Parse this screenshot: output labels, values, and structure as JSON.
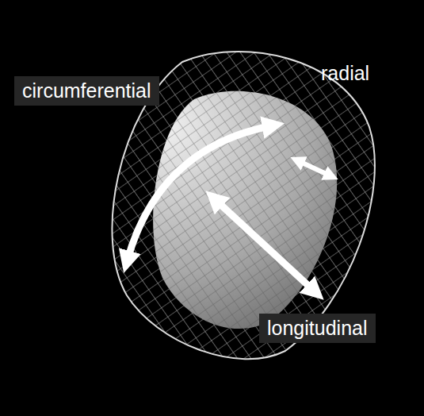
{
  "diagram": {
    "labels": [
      "circumferential",
      "radial",
      "longitudinal"
    ]
  }
}
